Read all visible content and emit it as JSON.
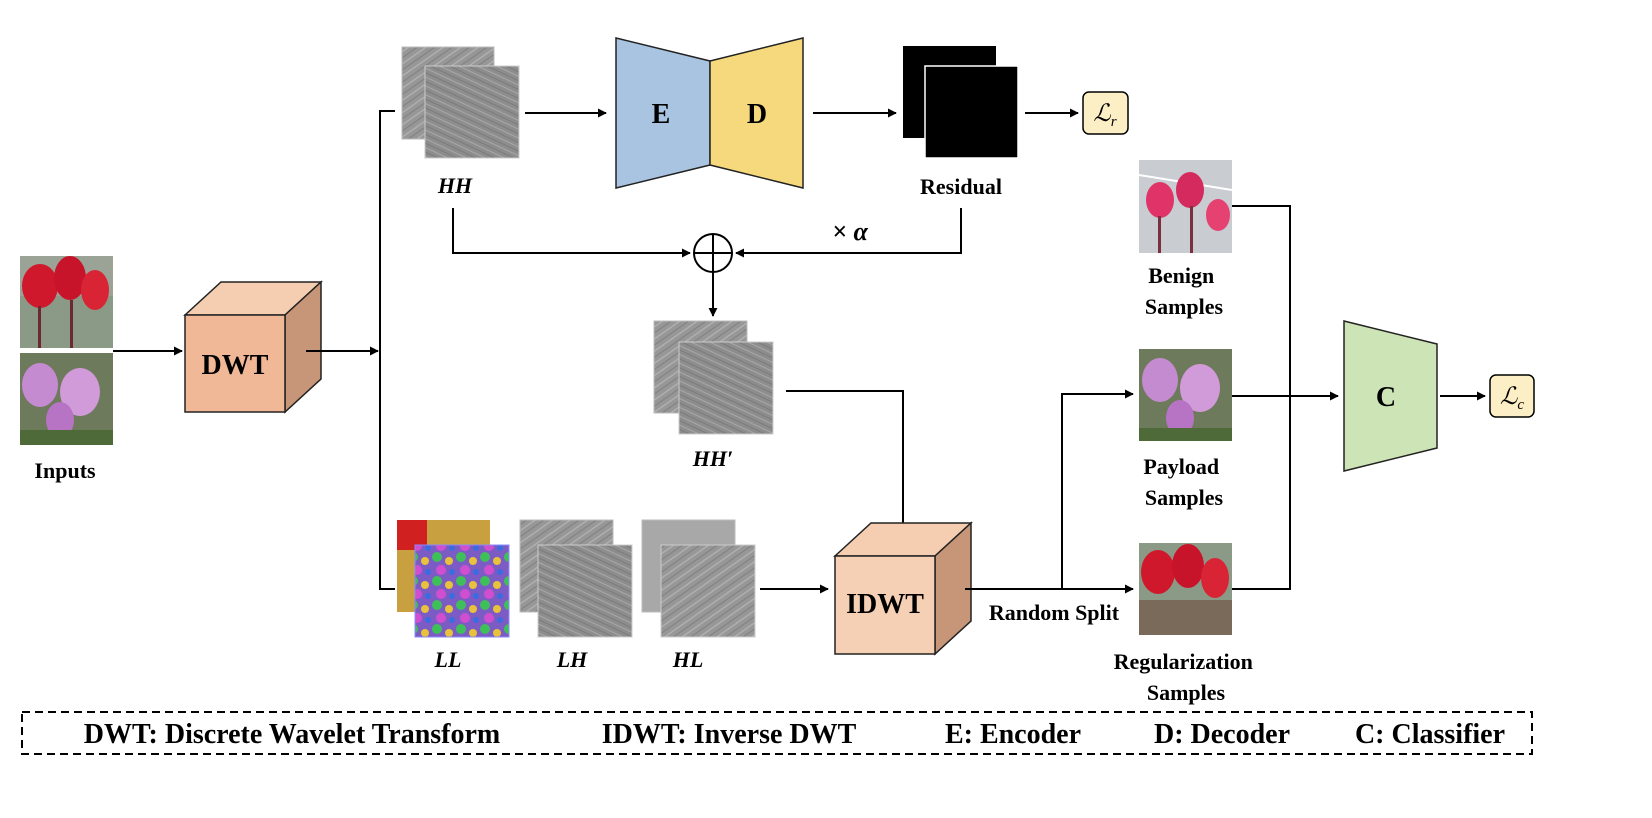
{
  "inputs": {
    "label": "Inputs"
  },
  "dwt": {
    "label": "DWT"
  },
  "idwt": {
    "label": "IDWT"
  },
  "encoder": {
    "label": "E",
    "color": "#a9c4e1"
  },
  "decoder": {
    "label": "D",
    "color": "#f6d97c"
  },
  "classifier": {
    "label": "C",
    "color": "#cde4b6"
  },
  "cube_colors": {
    "front": "#f0b896",
    "top": "#f5cdb0",
    "side": "#c79577",
    "idwt_front": "#f5d0b4"
  },
  "subbands": {
    "hh": "HH",
    "hh_prime": "HH′",
    "ll": "LL",
    "lh": "LH",
    "hl": "HL"
  },
  "residual": {
    "label": "Residual"
  },
  "alpha": {
    "label": "× α"
  },
  "loss_r": {
    "script": "ℒ",
    "sub": "r"
  },
  "loss_c": {
    "script": "ℒ",
    "sub": "c"
  },
  "samples": {
    "benign": [
      "Benign",
      "Samples"
    ],
    "payload": [
      "Payload",
      "Samples"
    ],
    "regularization": [
      "Regularization",
      "Samples"
    ]
  },
  "random_split": {
    "label": "Random Split"
  },
  "legend": [
    "DWT: Discrete Wavelet Transform",
    "IDWT: Inverse DWT",
    "E: Encoder",
    "D: Decoder",
    "C: Classifier"
  ]
}
